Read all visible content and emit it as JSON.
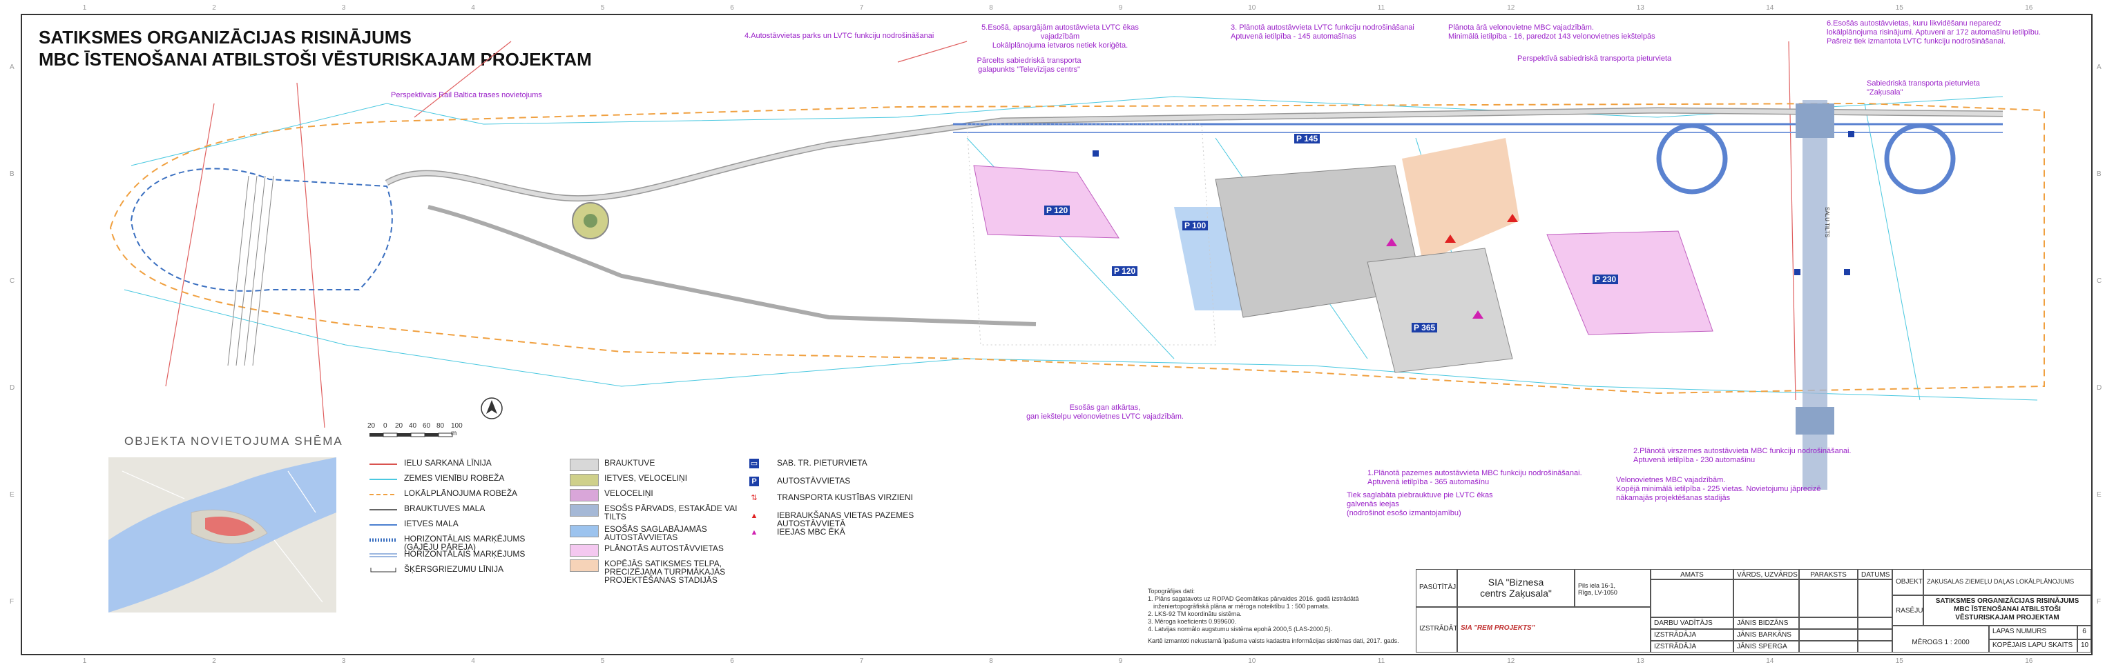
{
  "title": {
    "line1": "SATIKSMES ORGANIZĀCIJAS RISINĀJUMS",
    "line2": "MBC ĪSTENOŠANAI ATBILSTOŠI VĒSTURISKAJAM PROJEKTAM"
  },
  "ruler": {
    "top": [
      "1",
      "2",
      "3",
      "4",
      "5",
      "6",
      "7",
      "8",
      "9",
      "10",
      "11",
      "12",
      "13",
      "14",
      "15",
      "16"
    ],
    "side": [
      "A",
      "B",
      "C",
      "D",
      "E",
      "F"
    ]
  },
  "annotations": {
    "rail_baltica": "Perspektīvais Rail Baltica trases novietojums",
    "n4": "4.Autostāvvietas parks un LVTC funkciju nodrošināšanai",
    "n5_l1": "5.Esošā, apsargājām autostāvvieta LVTC ēkas vajadzībām",
    "n5_l2": "Lokālplānojuma ietvaros netiek koriģēta.",
    "route_l1": "Pārcelts sabiedriskā transporta",
    "route_l2": "galapunkts \"Televīzijas centrs\"",
    "n3_l1": "3. Plānotā autostāvvieta LVTC funkciju nodrošināšanai",
    "n3_l2": "Aptuvenā ietilpība - 145 automašīnas",
    "bike_l1": "Plānota ārā velonovietne MBC vajadzībām.",
    "bike_l2": "Minimālā ietilpība - 16, paredzot 143 velonovietnes iekštelpās",
    "stop_persp": "Perspektīvā sabiedriskā transporta pieturvieta",
    "n6_l1": "6.Esošās autostāvvietas, kuru likvidēšanu neparedz",
    "n6_l2": "lokālplānojuma risinājumi. Aptuveni ar 172 automašīnu ietilpību.",
    "n6_l3": "Pašreiz tiek izmantota LVTC funkciju nodrošināšanai.",
    "stop_zakusala_l1": "Sabiedriskā transporta pieturvieta",
    "stop_zakusala_l2": "\"Zaķusala\"",
    "exist_bike_l1": "Esošās gan atkārtas,",
    "exist_bike_l2": "gan iekštelpu velonovietnes LVTC vajadzībām.",
    "n1_l1": "1.Plānotā pazemes autostāvvieta MBC funkciju nodrošināšanai.",
    "n1_l2": "Aptuvenā ietilpība - 365 automašīnu",
    "n1_l3": "Tiek saglabāta piebrauktuve pie LVTC ēkas",
    "n1_l4": "galvenās ieejas",
    "n1_l5": "(nodrošinot esošo izmantojamību)",
    "n2_l1": "2.Plānotā virszemes autostāvvieta MBC funkciju nodrošināšanai.",
    "n2_l2": "Aptuvenā ietilpība - 230 automašīnu",
    "velo_l1": "Velonovietnes MBC vajadzībām.",
    "velo_l2": "Kopējā minimālā ietilpība - 225 vietas. Novietojumu jāprecizē",
    "velo_l3": "nākamajās projektēšanas stadijās"
  },
  "parking_labels": {
    "p120a": "120",
    "p120b": "120",
    "p100": "100",
    "p145": "145",
    "p230": "230",
    "p365": "365",
    "p_symbol": "P"
  },
  "bridge_label": "SALU TILTS",
  "scale_bar": {
    "ticks": [
      "20",
      "0",
      "20",
      "40",
      "60",
      "80",
      "100 m"
    ]
  },
  "inset": {
    "title": "OBJEKTA NOVIETOJUMA SHĒMA"
  },
  "legend_left": [
    {
      "label": "IELU SARKANĀ LĪNIJA",
      "color": "#d9534f",
      "style": "solid"
    },
    {
      "label": "ZEMES VIENĪBU ROBEŽA",
      "color": "#4ac8e0",
      "style": "solid"
    },
    {
      "label": "LOKĀLPLĀNOJUMA ROBEŽA",
      "color": "#f0a040",
      "style": "dashed"
    },
    {
      "label": "BRAUKTUVES MALA",
      "color": "#666666",
      "style": "solid"
    },
    {
      "label": "IETVES MALA",
      "color": "#4a7fd0",
      "style": "solid"
    },
    {
      "label": "HORIZONTĀLAIS MARĶĒJUMS (GĀJĒJU PĀREJA)",
      "color": "#3a6fc0",
      "style": "hatch"
    },
    {
      "label": "HORIZONTĀLAIS MARĶĒJUMS",
      "color": "#3a6fc0",
      "style": "double"
    },
    {
      "label": "ŠĶĒRSGRIEZUMU LĪNIJA",
      "color": "#333333",
      "style": "section"
    }
  ],
  "legend_mid": [
    {
      "label": "BRAUKTUVE",
      "color": "#d8d8d8"
    },
    {
      "label": "IETVES, VELOCELIŅI",
      "color": "#cfd08a"
    },
    {
      "label": "VELOCELIŅI",
      "color": "#d9a6d9"
    },
    {
      "label": "ESOŠS PĀRVADS, ESTAKĀDE VAI TILTS",
      "color": "#a5b8d6"
    },
    {
      "label": "ESOŠĀS SAGLABĀJAMĀS AUTOSTĀVVIETAS",
      "color": "#9cc3ee"
    },
    {
      "label": "PLĀNOTĀS AUTOSTĀVVIETAS",
      "color": "#f4c8f0"
    },
    {
      "label": "KOPĒJĀS SATIKSMES TELPA, PRECIZĒJAMA TURPMĀKAJĀS PROJEKTĒŠANAS STADIJĀS",
      "color": "#f6d3b8"
    }
  ],
  "legend_right": [
    {
      "label": "SAB. TR. PIETURVIETA",
      "symbol": "bus-stop"
    },
    {
      "label": "AUTOSTĀVVIETAS",
      "symbol": "P"
    },
    {
      "label": "TRANSPORTA KUSTĪBAS VIRZIENI",
      "symbol": "arrows"
    },
    {
      "label": "IEBRAUKŠANAS VIETAS PAZEMES AUTOSTĀVVIETĀ",
      "symbol": "red-triangle"
    },
    {
      "label": "IEEJAS MBC ĒKĀ",
      "symbol": "magenta-triangle"
    }
  ],
  "topo_notes": {
    "title": "Topogrāfijas dati:",
    "n1": "1. Plāns sagatavots uz ROPAD Ģeomātikas pārvaldes 2016. gadā izstrādātā",
    "n1b": "inženiertopogrāfiskā plāna ar mēroga noteiktību 1 : 500 pamata.",
    "n2": "2. LKS-92 TM koordinātu sistēma.",
    "n3": "3. Mēroga koeficients 0.999600.",
    "n4": "4. Latvijas normālo augstumu sistēma epohā 2000,5 (LAS-2000,5).",
    "footer": "Kartē izmantoti nekustamā īpašuma valsts kadastra informācijas sistēmas dati, 2017. gads."
  },
  "title_block": {
    "client_label": "PASŪTĪTĀJS:",
    "client_name_l1": "SIA \"Biznesa",
    "client_name_l2": "centrs Zaķusala\"",
    "client_addr_l1": "Pils iela 16-1,",
    "client_addr_l2": "Rīga, LV-1050",
    "developer_label": "IZSTRĀDĀTĀJS:",
    "developer_name": "SIA \"REM PROJEKTS\"",
    "head_amats": "AMATS",
    "head_name": "VĀRDS, UZVĀRDS",
    "head_sign": "PARAKSTS",
    "head_date": "DATUMS",
    "role1": "DARBU VADĪTĀJS",
    "name1": "JĀNIS BIDZĀNS",
    "role2": "IZSTRĀDĀJA",
    "name2": "JĀNIS BARKĀNS",
    "role3": "IZSTRĀDĀJA",
    "name3": "JĀNIS SPERGA",
    "object_label": "OBJEKTS:",
    "object_name": "ZAĶUSALAS ZIEMEĻU DAĻAS LOKĀLPLĀNOJUMS",
    "sheet_label": "RASĒJUMS:",
    "sheet_l1": "SATIKSMES ORGANIZĀCIJAS RISINĀJUMS",
    "sheet_l2": "MBC ĪSTENOŠANAI ATBILSTOŠI",
    "sheet_l3": "VĒSTURISKAJAM PROJEKTAM",
    "scale": "MĒROGS 1 : 2000",
    "page_label": "LAPAS NUMURS",
    "page_value": "6",
    "total_label": "KOPĒJAIS LAPU SKAITS",
    "total_value": "10"
  }
}
